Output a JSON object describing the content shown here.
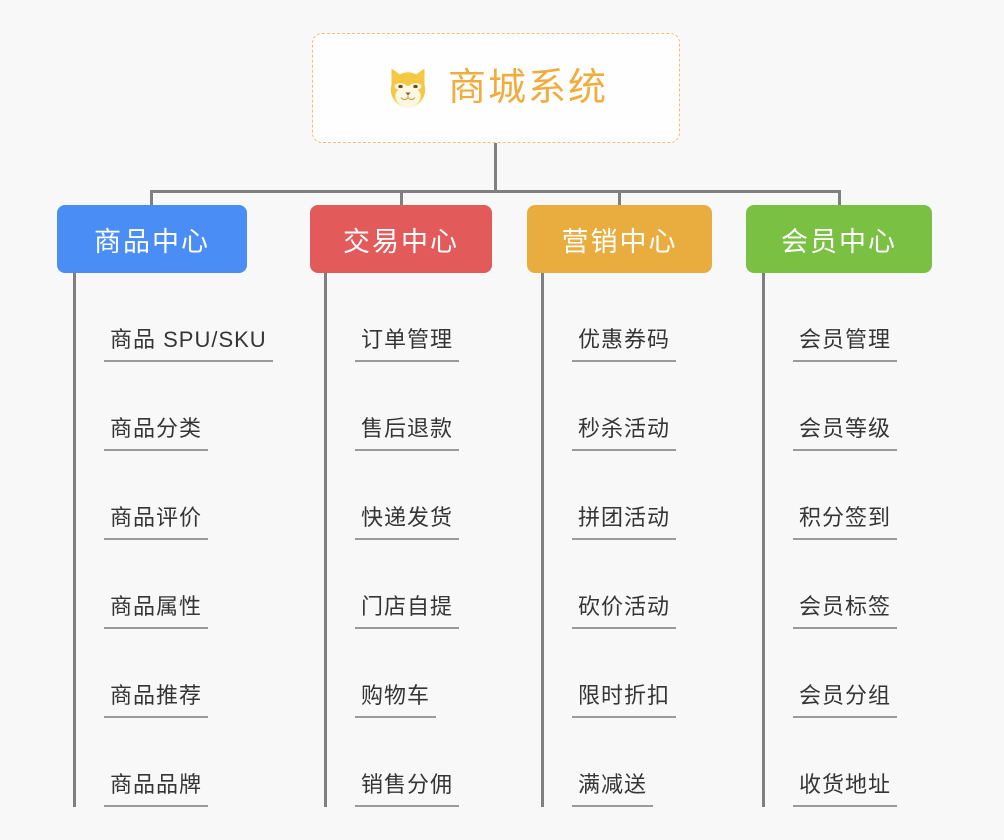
{
  "canvas": {
    "background": "#f8f8f8",
    "connector_color": "#808080"
  },
  "root": {
    "title": "商城系统",
    "icon": "shiba-dog-icon",
    "accent": "#f0ad3e",
    "border": "#f0c070"
  },
  "columns": [
    {
      "label": "商品中心",
      "color": "#4a8ef5",
      "items": [
        "商品 SPU/SKU",
        "商品分类",
        "商品评价",
        "商品属性",
        "商品推荐",
        "商品品牌"
      ]
    },
    {
      "label": "交易中心",
      "color": "#e25a5a",
      "items": [
        "订单管理",
        "售后退款",
        "快递发货",
        "门店自提",
        "购物车",
        "销售分佣"
      ]
    },
    {
      "label": "营销中心",
      "color": "#e9ac3f",
      "items": [
        "优惠券码",
        "秒杀活动",
        "拼团活动",
        "砍价活动",
        "限时折扣",
        "满减送"
      ]
    },
    {
      "label": "会员中心",
      "color": "#7ac143",
      "items": [
        "会员管理",
        "会员等级",
        "积分签到",
        "会员标签",
        "会员分组",
        "收货地址"
      ]
    }
  ]
}
